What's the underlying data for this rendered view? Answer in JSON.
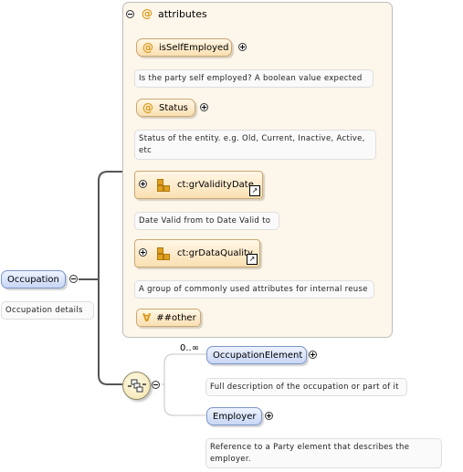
{
  "root": {
    "label": "Occupation",
    "doc": "Occupation details"
  },
  "attributes_group": {
    "label": "attributes",
    "items": [
      {
        "label": "isSelfEmployed",
        "doc": "Is the party self employed? A boolean value expected"
      },
      {
        "label": "Status",
        "doc": "Status of the entity. e.g. Old, Current, Inactive, Active, etc"
      }
    ],
    "groups": [
      {
        "label": "ct:grValidityDate",
        "doc": "Date Valid from to Date Valid to"
      },
      {
        "label": "ct:grDataQuality",
        "doc": "A group of commonly used attributes for internal reuse"
      }
    ],
    "any_attribute": {
      "label": "##other"
    }
  },
  "sequence": {
    "occurs": "0..∞",
    "elements": [
      {
        "label": "OccupationElement",
        "doc": "Full description of the occupation or part of it"
      },
      {
        "label": "Employer",
        "doc": "Reference to a Party element that describes the employer."
      }
    ]
  },
  "icons": {
    "attribute": "@",
    "any": "∀",
    "link": "↗"
  },
  "colors": {
    "attribute_fill": "#fae0b2",
    "element_fill": "#c8d7f5",
    "panel_fill": "#fdf6ea"
  }
}
